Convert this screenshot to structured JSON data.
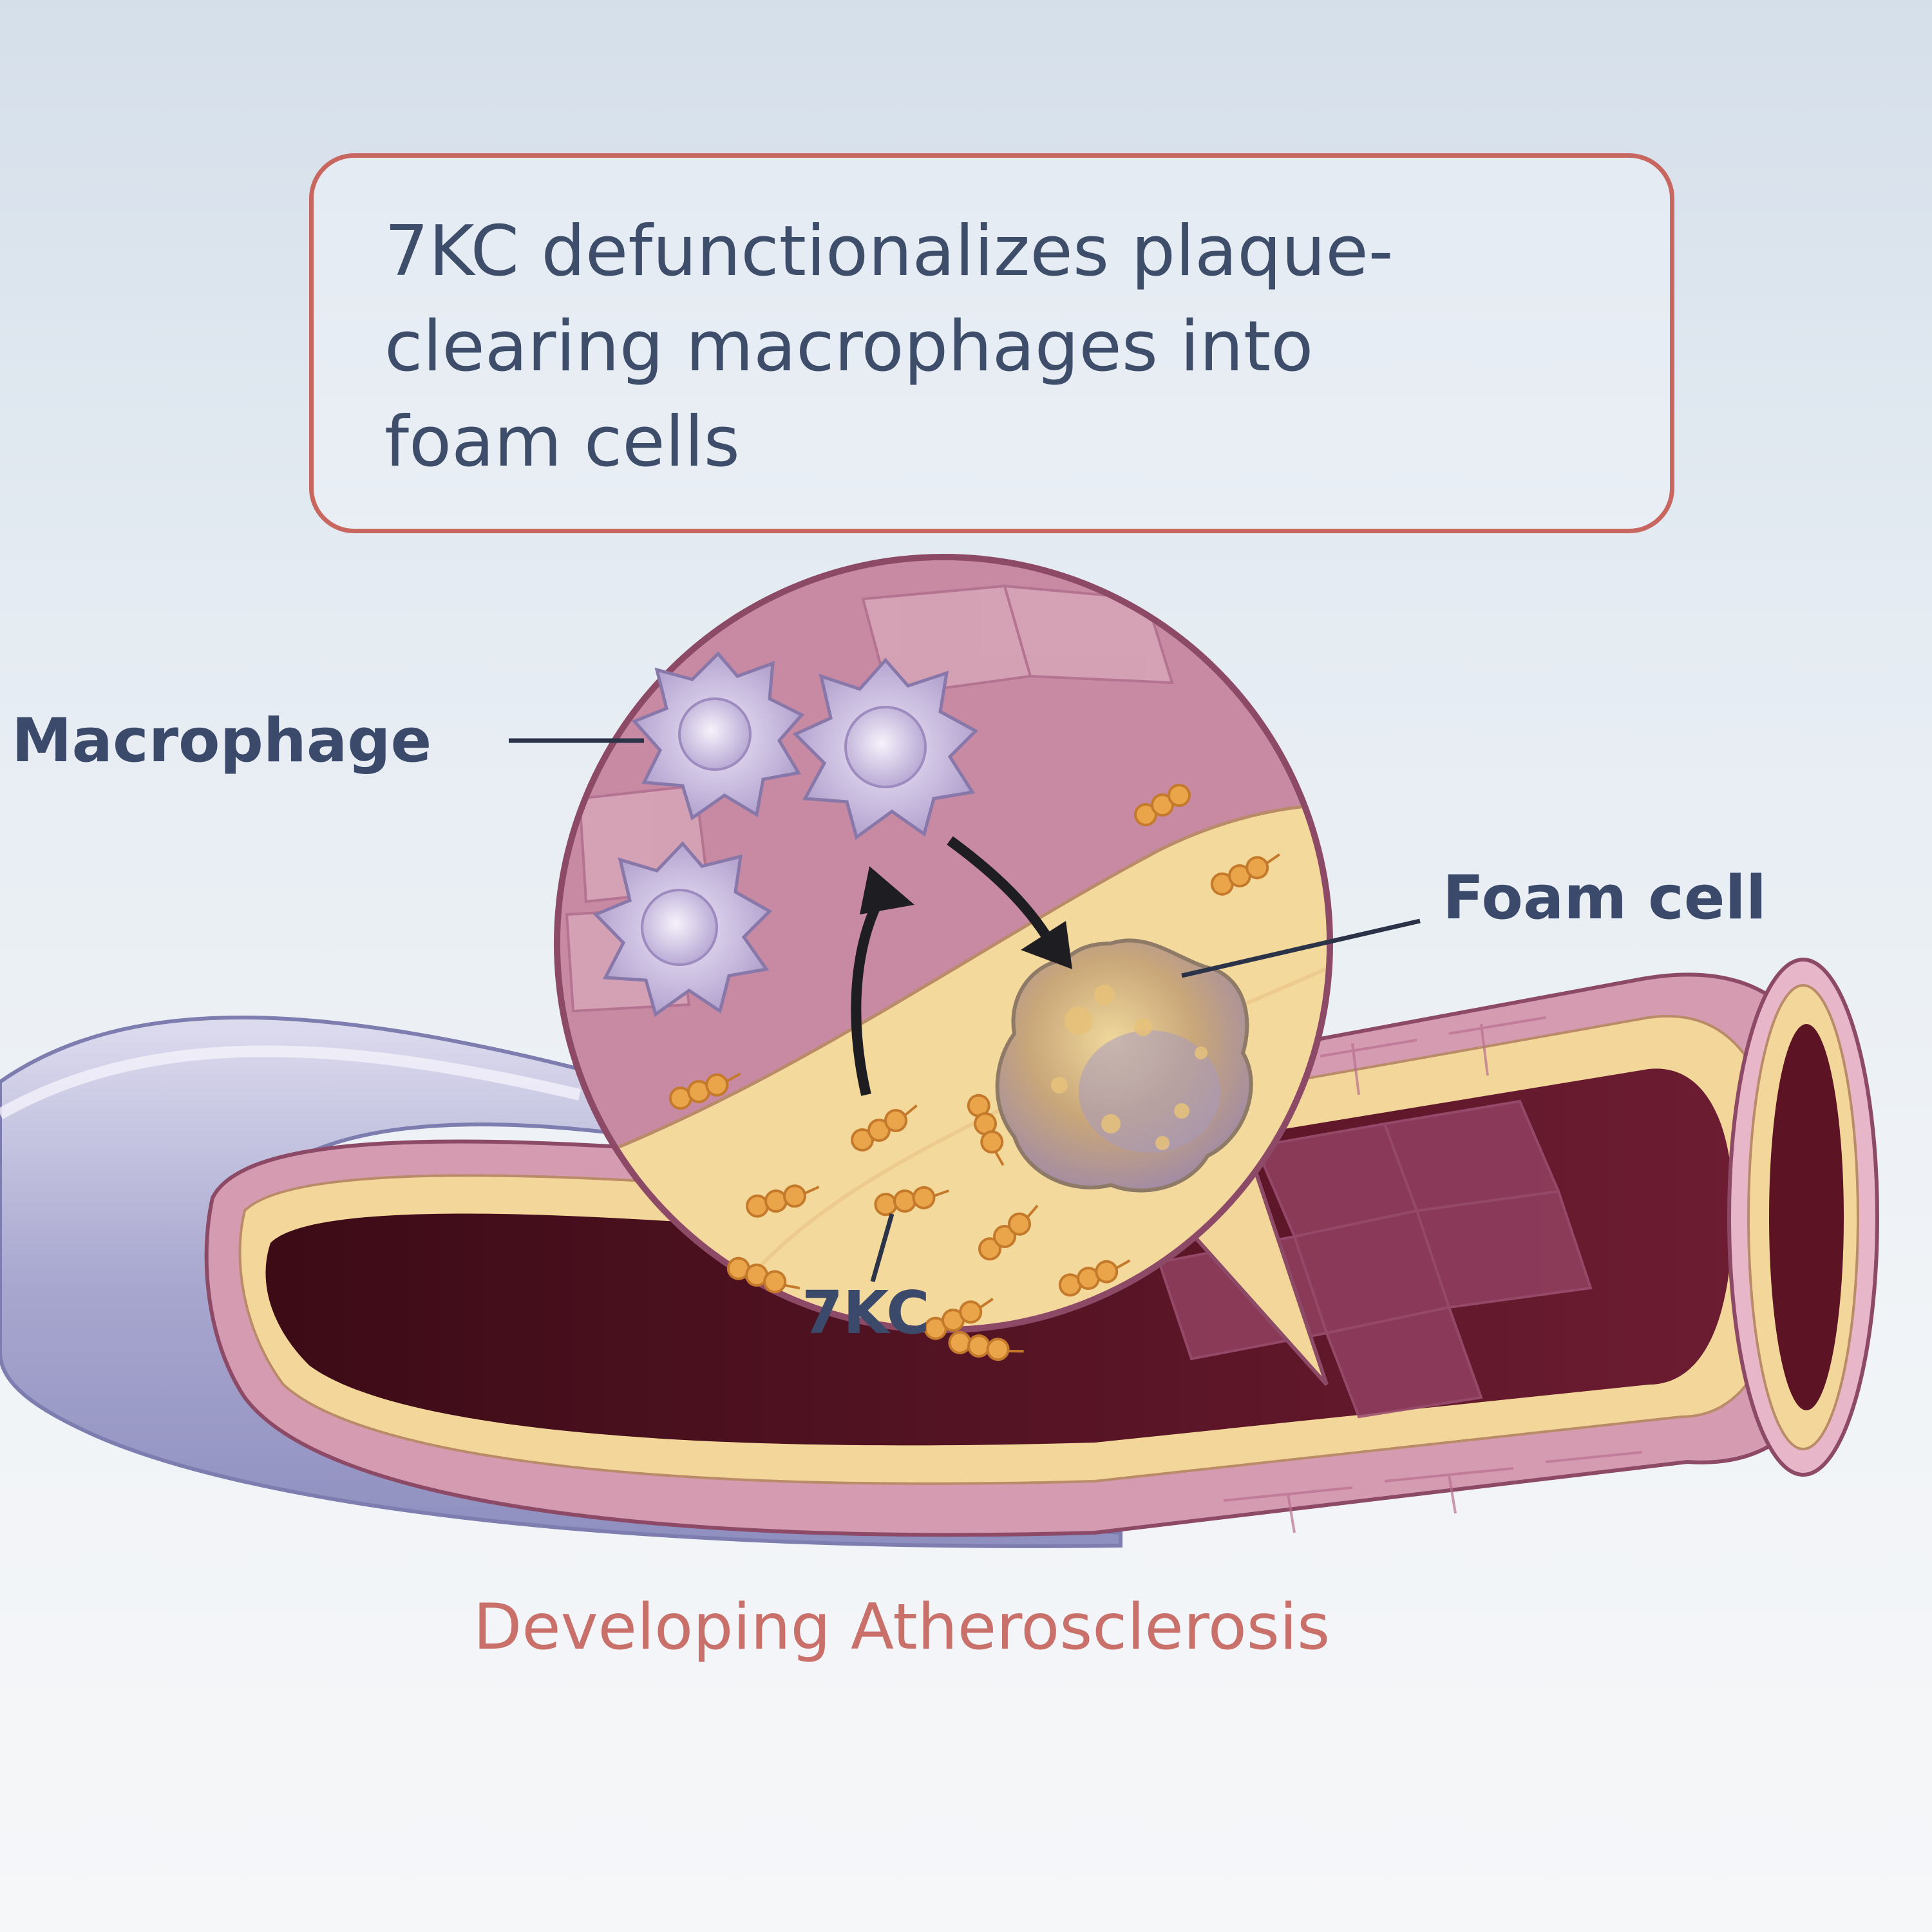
{
  "headline": {
    "lines": [
      "7KC defunctionalizes plaque-",
      "clearing macrophages into",
      "foam cells"
    ]
  },
  "labels": {
    "macrophage": "Macrophage",
    "foam_cell": "Foam cell",
    "compound": "7KC"
  },
  "caption": "Developing Atherosclerosis",
  "colors": {
    "frame_border": "#c8675f",
    "text_primary": "#3b4a6b",
    "caption": "#c9706a",
    "vessel_wall": "#c98ba6",
    "vessel_lumen": "#5c1424",
    "plaque": "#f3d79a",
    "macrophage": "#c3b4d9",
    "foam_cell": "#c9a779",
    "ketocholesterol": "#e9a64a",
    "outer_vessel": "#a7a6cc"
  },
  "icons": {
    "arrow_up": "curved-arrow-up-icon",
    "arrow_down": "curved-arrow-down-icon"
  }
}
